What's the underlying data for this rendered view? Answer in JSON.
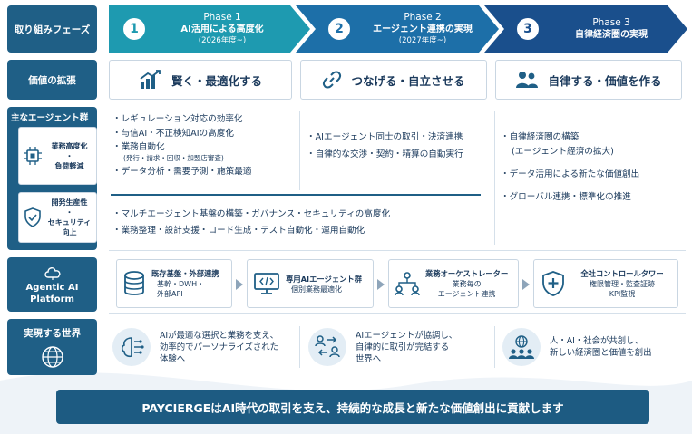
{
  "side": {
    "phase": "取り組みフェーズ",
    "value": "価値の拡張",
    "agents": "主なエージェント群",
    "platform_line1": "Agentic AI",
    "platform_line2": "Platform",
    "world": "実現する世界"
  },
  "phases": [
    {
      "num": "1",
      "label": "Phase 1",
      "title": "AI活用による高度化",
      "period": "(2026年度~)"
    },
    {
      "num": "2",
      "label": "Phase 2",
      "title": "エージェント連携の実現",
      "period": "(2027年度~)"
    },
    {
      "num": "3",
      "label": "Phase 3",
      "title": "自律経済圏の実現",
      "period": ""
    }
  ],
  "values": [
    "賢く・最適化する",
    "つなげる・自立させる",
    "自律する・価値を作る"
  ],
  "agent_groups": {
    "business": {
      "line1": "業務高度化",
      "line2": "・",
      "line3": "負荷軽減"
    },
    "dev": {
      "line1": "開発生産性",
      "line2": "・",
      "line3": "セキュリティ向上"
    }
  },
  "phase1_items": [
    "レギュレーション対応の効率化",
    "与信AI・不正検知AIの高度化",
    "業務自動化",
    "データ分析・需要予測・施策最適"
  ],
  "phase1_sub": "(発行・請求・回収・加盟店審査)",
  "phase2_items": [
    "AIエージェント同士の取引・決済連携",
    "自律的な交渉・契約・精算の自動実行"
  ],
  "phase3_items": [
    "自律経済圏の構築",
    "(エージェント経済の拡大)",
    "データ活用による新たな価値創出",
    "グローバル連携・標準化の推進"
  ],
  "dev_items": [
    "マルチエージェント基盤の構築・ガバナンス・セキュリティの高度化",
    "業務整理・設計支援・コード生成・テスト自動化・運用自動化"
  ],
  "platform": [
    {
      "title": "既存基盤・外部連携",
      "sub1": "基幹・DWH・",
      "sub2": "外部API"
    },
    {
      "title": "専用AIエージェント群",
      "sub1": "個別業務最適化",
      "sub2": ""
    },
    {
      "title": "業務オーケストレーター",
      "sub1": "業務毎の",
      "sub2": "エージェント連携"
    },
    {
      "title": "全社コントロールタワー",
      "sub1": "権限管理・監査証跡",
      "sub2": "KPI監視"
    }
  ],
  "world": [
    {
      "l1": "AIが最適な選択と業務を支え、",
      "l2": "効率的でパーソナライズされた",
      "l3": "体験へ"
    },
    {
      "l1": "AIエージェントが協調し、",
      "l2": "自律的に取引が完結する",
      "l3": "世界へ"
    },
    {
      "l1": "人・AI・社会が共創し、",
      "l2": "新しい経済圏と価値を創出",
      "l3": ""
    }
  ],
  "footer": "PAYCIERGEはAI時代の取引を支え、持続的な成長と新たな価値創出に貢献します",
  "colors": {
    "phase1": "#1e9ab0",
    "phase2": "#1d6fa8",
    "phase3": "#1a4f8c",
    "side": "#1f5f86",
    "footer": "#1d5b82"
  }
}
